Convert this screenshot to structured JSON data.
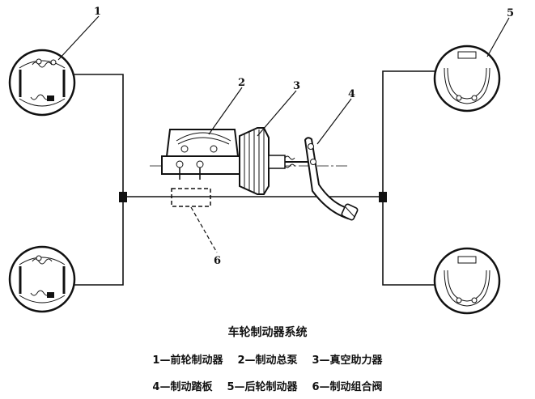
{
  "diagram": {
    "title": "车轮制动器系统",
    "callouts": [
      "1",
      "2",
      "3",
      "4",
      "5",
      "6"
    ],
    "legend": [
      "1—前轮制动器",
      "2—制动总泵",
      "3—真空助力器",
      "4—制动踏板",
      "5—后轮制动器",
      "6—制动组合阀"
    ]
  }
}
